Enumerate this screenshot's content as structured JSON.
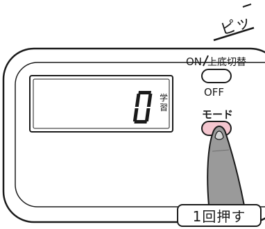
{
  "sound_effect": "ピッ",
  "device": {
    "power_label_on": "ON",
    "power_label_extra": "上底切替",
    "power_label_off": "OFF",
    "mode_label": "モード",
    "display": {
      "digit": "0",
      "caption": "学習"
    }
  },
  "instruction": "1回押す",
  "colors": {
    "outline": "#1a1a1a",
    "mode_button_fill": "#f4c6cf",
    "finger_fill": "#9a9a9a",
    "display_fill": "#ffffff"
  }
}
